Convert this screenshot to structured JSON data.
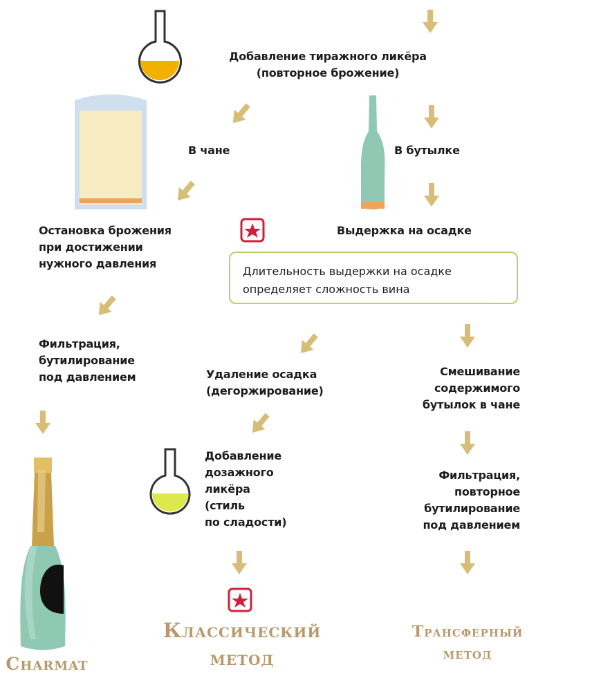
{
  "steps": {
    "tirage": "Добавление тиражного ликёра\n(повторное брожение)",
    "in_tank": "В чане",
    "in_bottle": "В бутылке",
    "stop_fermentation": "Остановка брожения\nпри достижении\nнужного давления",
    "aging_on_lees": "Выдержка на осадке",
    "filtration_charmat": "Фильтрация,\nбутилирование\nпод давлением",
    "disgorgement": "Удаление осадка\n(дегоржирование)",
    "mixing": "Смешивание\nсодержимого\nбутылок в чане",
    "dosage": "Добавление\nдозажного\nликёра\n(стиль\nпо сладости)",
    "filtration_transfer": "Фильтрация,\nповторное\nбутилирование\nпод давлением"
  },
  "note": "Длительность выдержки на осадке\nопределяет сложность вина",
  "methods": {
    "charmat": "Charmat",
    "classic": "Классический\nметод",
    "transfer": "Трансферный\nметод"
  },
  "colors": {
    "arrow": "#d8bd78",
    "note_border": "#b5d26a",
    "method_text": "#b79a6c",
    "star_badge": "#cf1f3a",
    "liqueur_tirage": "#f2b000",
    "liqueur_dosage": "#dde84a",
    "bottle_glass": "#8fc9b4",
    "bottle_foil": "#c9a14a",
    "tank_fill": "#f6ebc3"
  }
}
